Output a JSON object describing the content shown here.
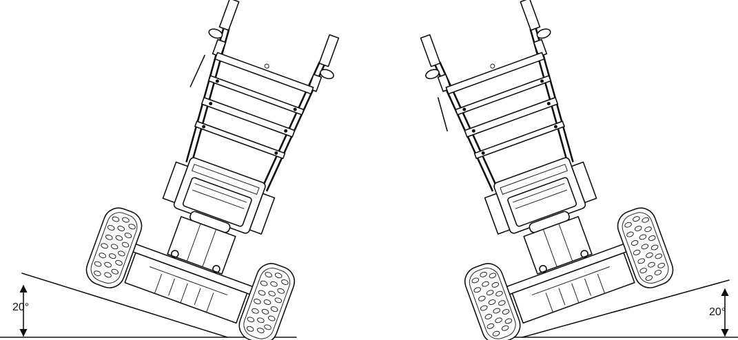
{
  "figure": {
    "left_view": {
      "slope_label": "20°",
      "slope_degrees": 20
    },
    "right_view": {
      "slope_label": "20°",
      "slope_degrees": 20
    }
  }
}
